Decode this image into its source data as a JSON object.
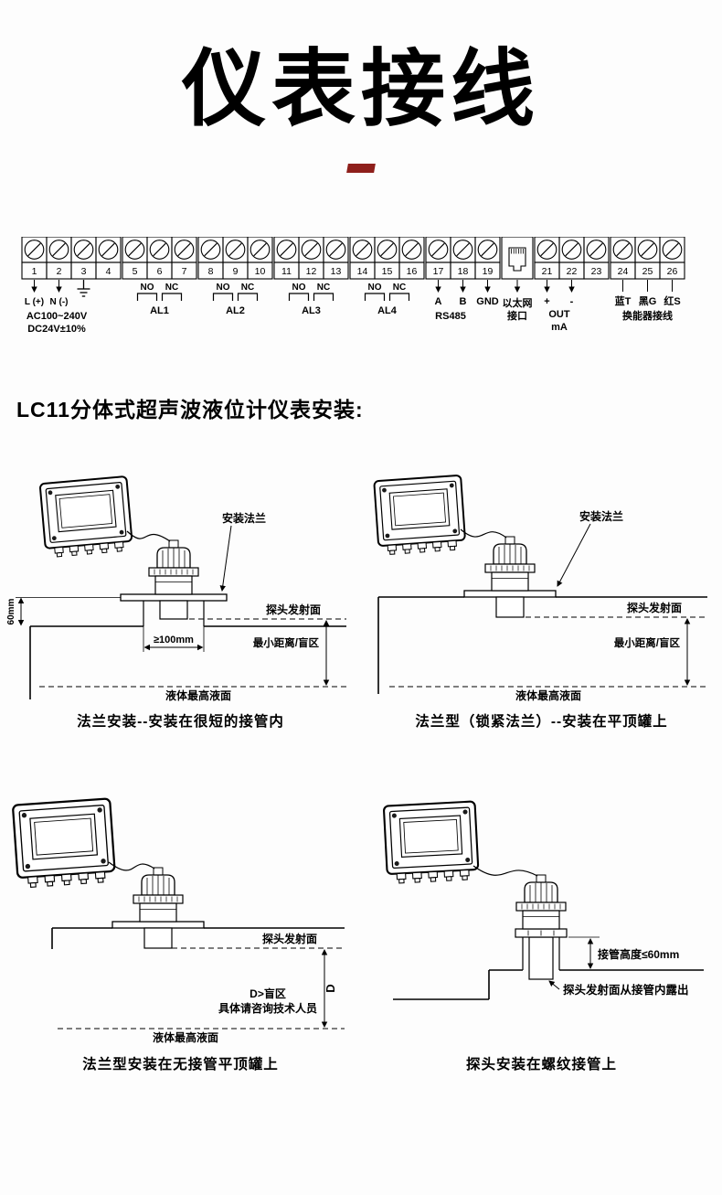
{
  "page": {
    "title": "仪表接线"
  },
  "colors": {
    "accent_red": "#8e1f1b",
    "ink": "#000000"
  },
  "terminal_block": {
    "groups": [
      {
        "terminals": [
          "1",
          "2",
          "3",
          "4"
        ]
      },
      {
        "terminals": [
          "5",
          "6",
          "7"
        ]
      },
      {
        "terminals": [
          "8",
          "9",
          "10"
        ]
      },
      {
        "terminals": [
          "11",
          "12",
          "13"
        ]
      },
      {
        "terminals": [
          "14",
          "15",
          "16"
        ]
      },
      {
        "terminals": [
          "17",
          "18",
          "19"
        ]
      },
      {
        "ethernet": true
      },
      {
        "terminals": [
          "21",
          "22",
          "23"
        ]
      },
      {
        "terminals": [
          "24",
          "25",
          "26"
        ]
      }
    ],
    "labels": {
      "line": "L (+)",
      "neutral": "N (-)",
      "power_ac": "AC100~240V",
      "power_dc": "DC24V±10%",
      "no": "NO",
      "nc": "NC",
      "al1": "AL1",
      "al2": "AL2",
      "al3": "AL3",
      "al4": "AL4",
      "a": "A",
      "b": "B",
      "rs485": "RS485",
      "gnd": "GND",
      "ethernet_1": "以太网",
      "ethernet_2": "接口",
      "plus": "+",
      "minus": "-",
      "out": "OUT",
      "ma": "mA",
      "blue": "蓝T",
      "black": "黑G",
      "red": "红S",
      "transducer": "换能器接线"
    }
  },
  "section": {
    "heading": "LC11分体式超声波液位计仪表安装:"
  },
  "diagrams": {
    "d1": {
      "flange": "安装法兰",
      "h60": "60mm",
      "w100": "≥100mm",
      "probe_face": "探头发射面",
      "blind": "最小距离/盲区",
      "max_level": "液体最高液面",
      "caption": "法兰安装--安装在很短的接管内"
    },
    "d2": {
      "flange": "安装法兰",
      "probe_face": "探头发射面",
      "blind": "最小距离/盲区",
      "max_level": "液体最高液面",
      "caption": "法兰型（锁紧法兰）--安装在平顶罐上"
    },
    "d3": {
      "probe_face": "探头发射面",
      "d": "D",
      "d_note1": "D>盲区",
      "d_note2": "具体请咨询技术人员",
      "max_level": "液体最高液面",
      "caption": "法兰型安装在无接管平顶罐上"
    },
    "d4": {
      "pipe_height": "接管高度≤60mm",
      "probe_face_note": "探头发射面从接管内露出",
      "caption": "探头安装在螺纹接管上"
    }
  }
}
